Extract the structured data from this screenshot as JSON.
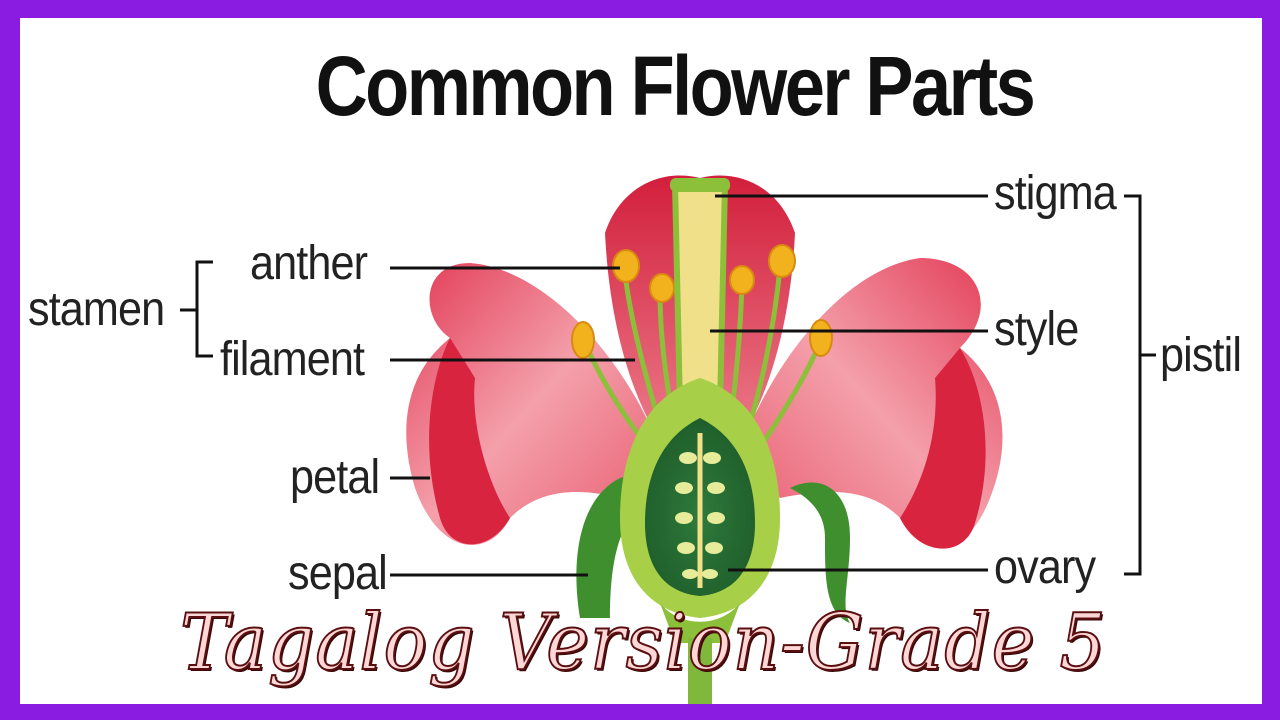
{
  "title": "Common Flower Parts",
  "labels": {
    "stamen": "stamen",
    "anther": "anther",
    "filament": "filament",
    "petal": "petal",
    "sepal": "sepal",
    "stigma": "stigma",
    "style": "style",
    "pistil": "pistil",
    "ovary": "ovary"
  },
  "subtitle": "Tagalog Version-Grade 5",
  "colors": {
    "frame": "#8a1be0",
    "petal_dark": "#d8243f",
    "petal_light": "#f49aa6",
    "stem_green": "#7fb83a",
    "ovary_green": "#2f7a3a",
    "anther": "#f2b21e"
  }
}
